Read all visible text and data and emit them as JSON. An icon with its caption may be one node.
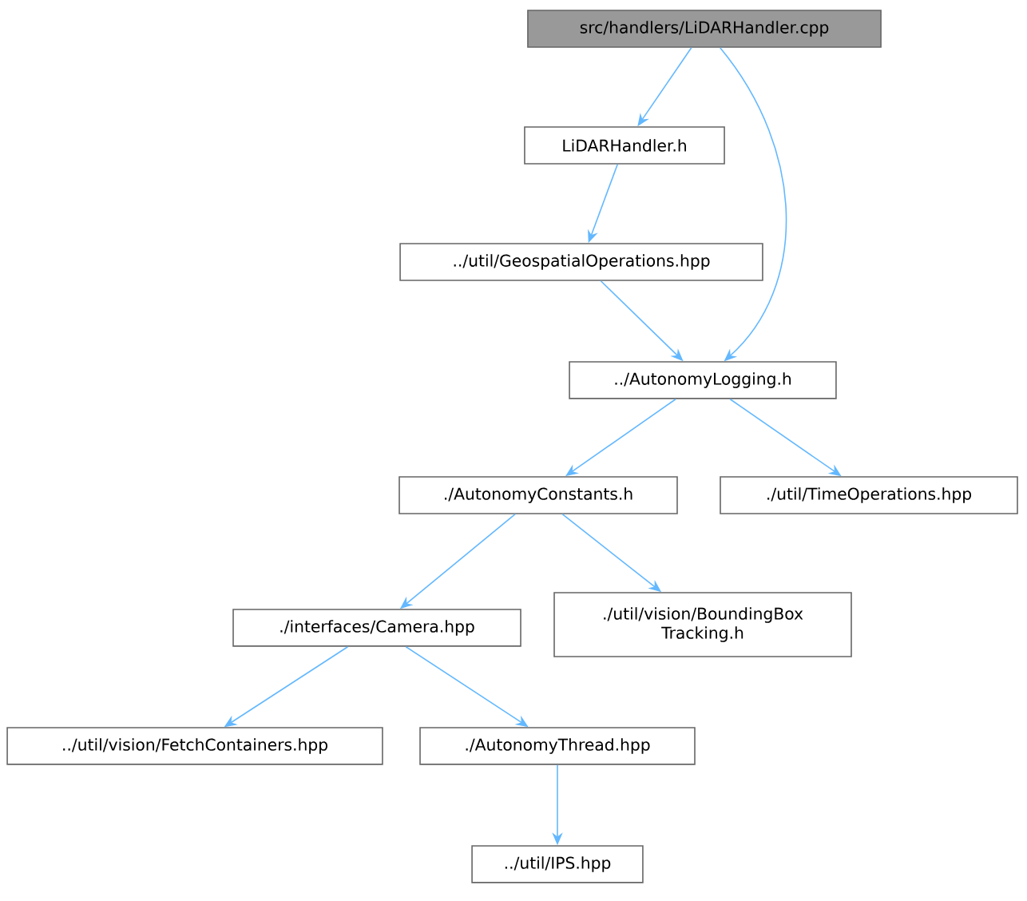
{
  "diagram": {
    "nodes": [
      {
        "text": [
          "src/handlers/LiDARHandler.cpp"
        ]
      },
      {
        "text": [
          "LiDARHandler.h"
        ]
      },
      {
        "text": [
          "../util/GeospatialOperations.hpp"
        ]
      },
      {
        "text": [
          "../AutonomyLogging.h"
        ]
      },
      {
        "text": [
          "./AutonomyConstants.h"
        ]
      },
      {
        "text": [
          "./util/TimeOperations.hpp"
        ]
      },
      {
        "text": [
          "./interfaces/Camera.hpp"
        ]
      },
      {
        "text": [
          "./util/vision/BoundingBox Tracking.h"
        ]
      },
      {
        "text": [
          "../util/vision/FetchContainers.hpp"
        ]
      },
      {
        "text": [
          "./AutonomyThread.hpp"
        ]
      },
      {
        "text": [
          "../util/IPS.hpp"
        ]
      }
    ],
    "edges": [
      {
        "from": 0,
        "to": 1,
        "arrow": "to"
      },
      {
        "from": 0,
        "to": 3,
        "arrow": "to"
      },
      {
        "from": 1,
        "to": 2,
        "arrow": "to"
      },
      {
        "from": 2,
        "to": 3,
        "arrow": "to"
      },
      {
        "from": 3,
        "to": 4,
        "arrow": "to"
      },
      {
        "from": 3,
        "to": 5,
        "arrow": "to"
      },
      {
        "from": 4,
        "to": 6,
        "arrow": "to"
      },
      {
        "from": 4,
        "to": 7,
        "arrow": "to"
      },
      {
        "from": 6,
        "to": 8,
        "arrow": "to"
      },
      {
        "from": 6,
        "to": 9,
        "arrow": "to"
      },
      {
        "from": 9,
        "to": 10,
        "arrow": "to"
      }
    ]
  }
}
